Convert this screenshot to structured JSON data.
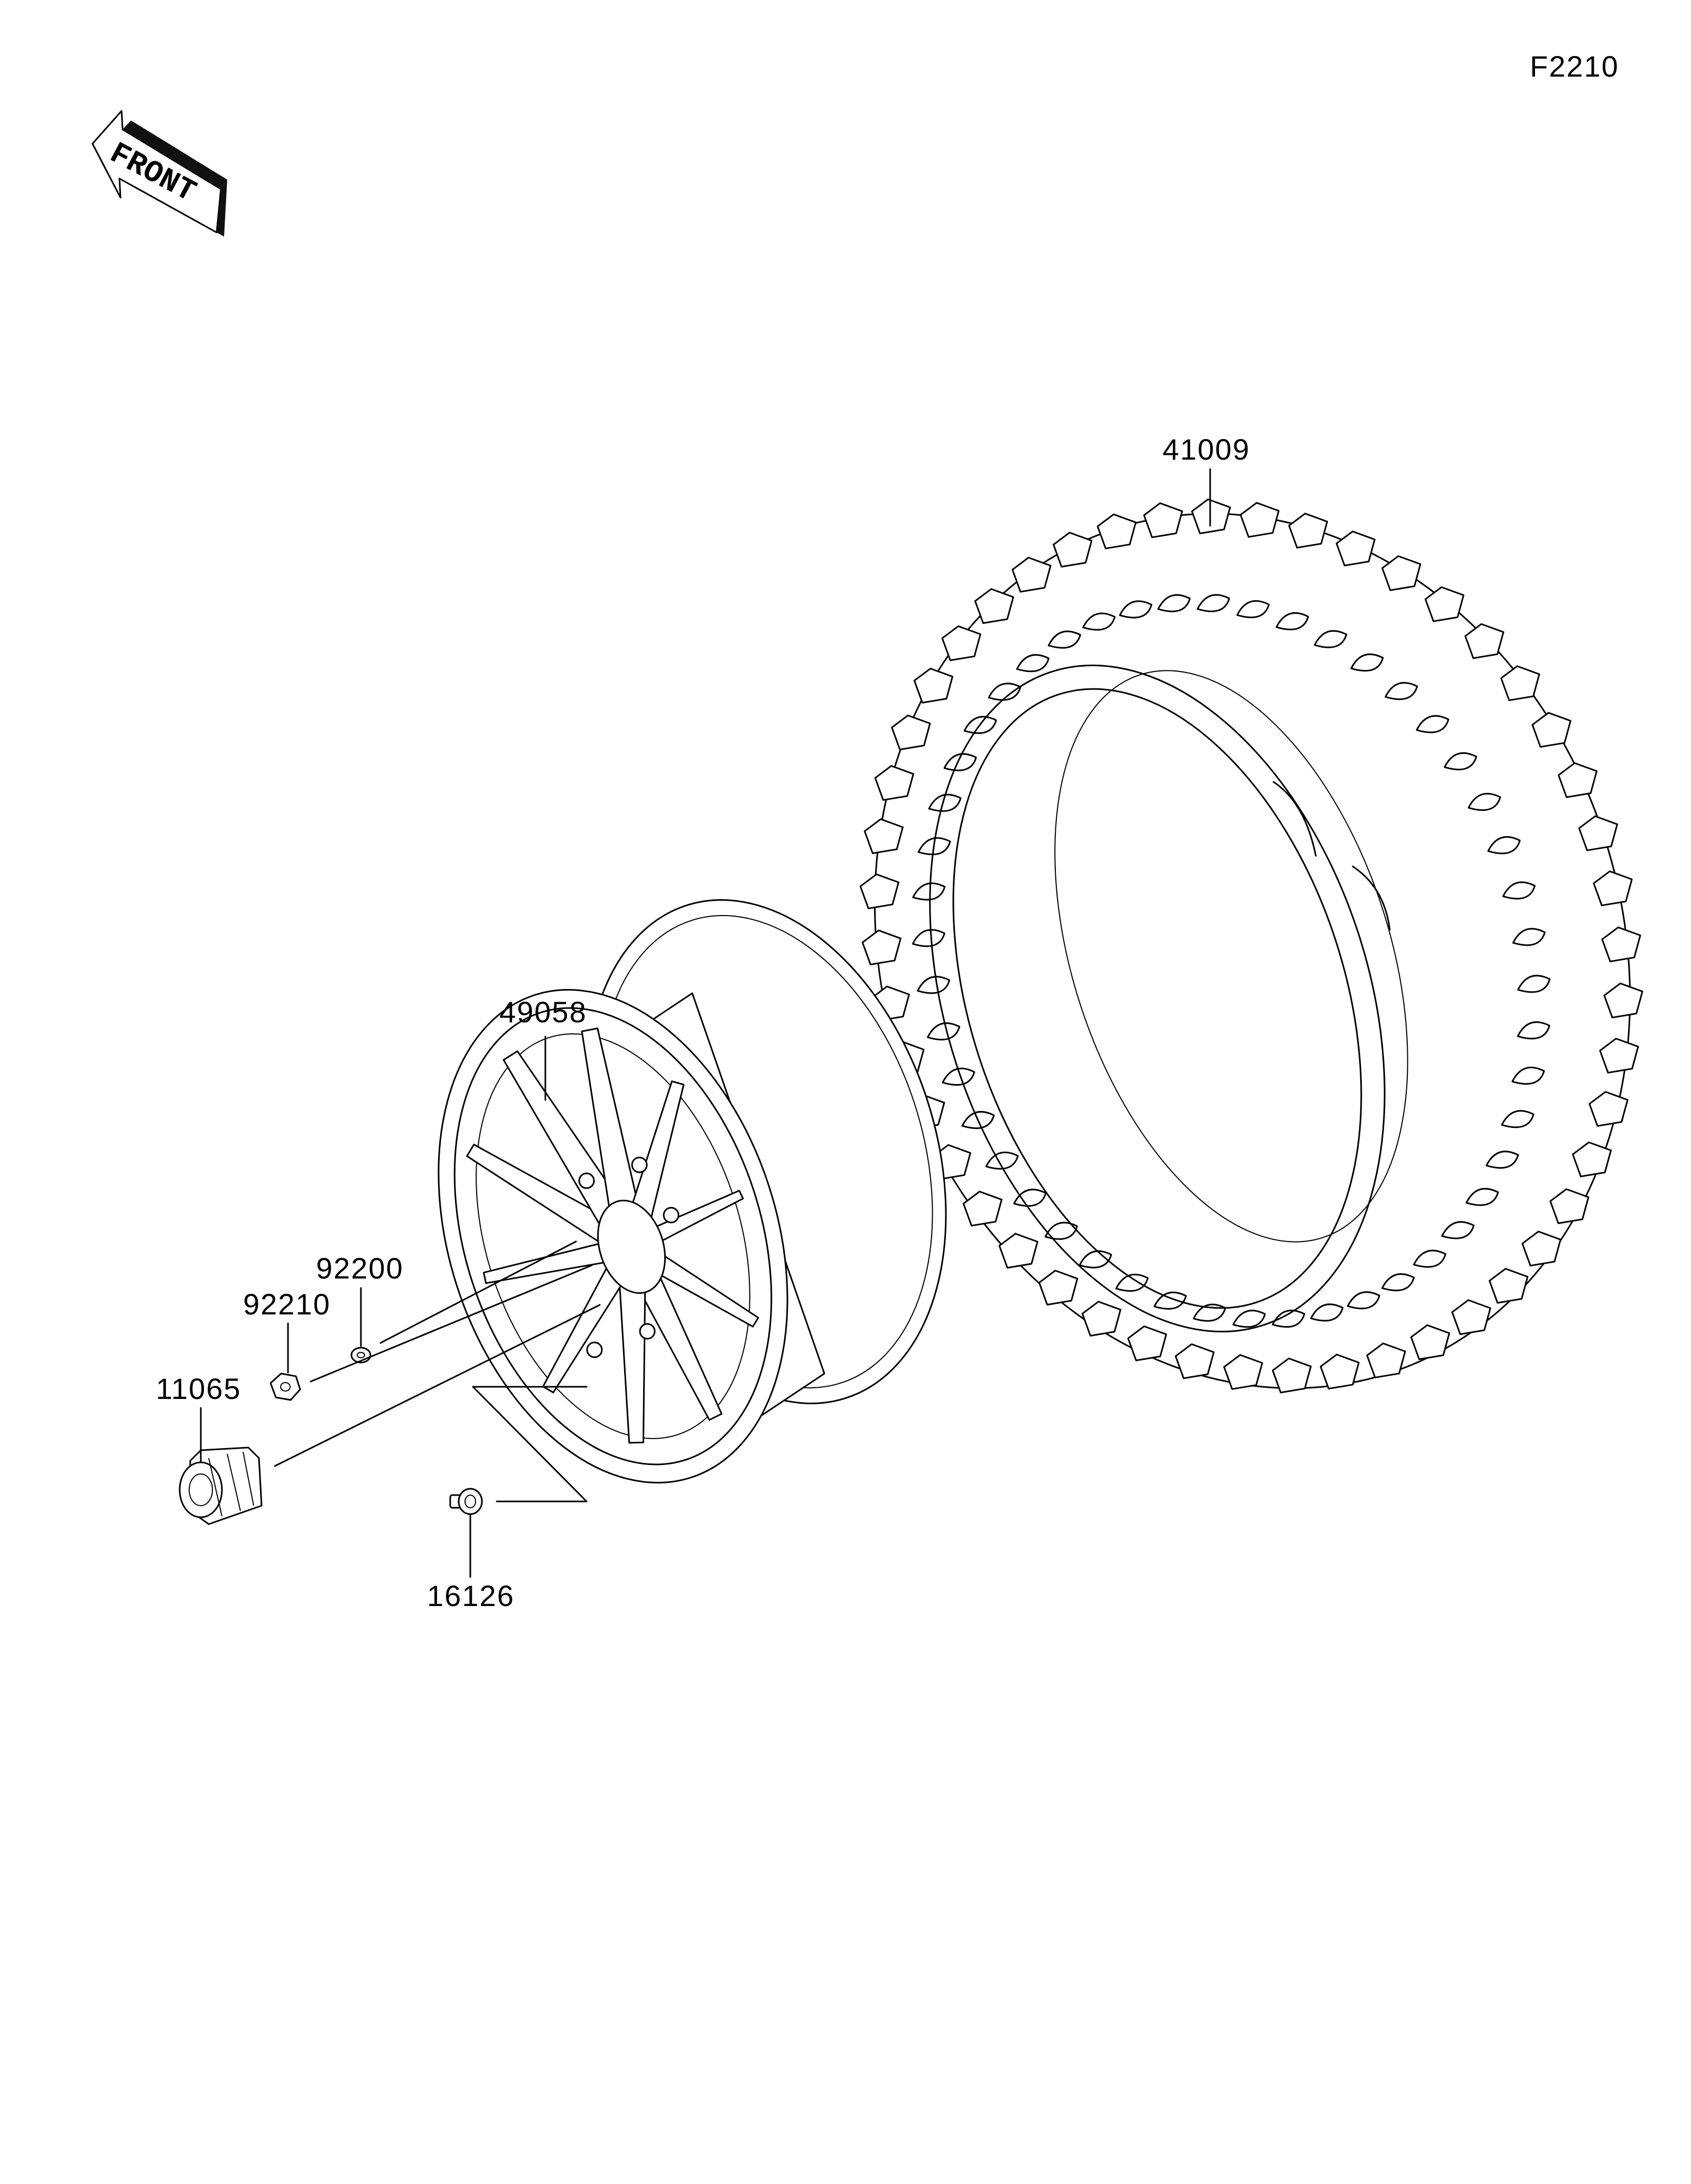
{
  "diagram_code": "F2210",
  "front_marker": {
    "text": "FRONT",
    "icon": "front-direction-arrow-icon"
  },
  "parts": [
    {
      "number": "41009",
      "name_hint": "tire"
    },
    {
      "number": "49058",
      "name_hint": "wheel"
    },
    {
      "number": "92200",
      "name_hint": "washer"
    },
    {
      "number": "92210",
      "name_hint": "nut"
    },
    {
      "number": "11065",
      "name_hint": "cap"
    },
    {
      "number": "16126",
      "name_hint": "valve"
    }
  ]
}
